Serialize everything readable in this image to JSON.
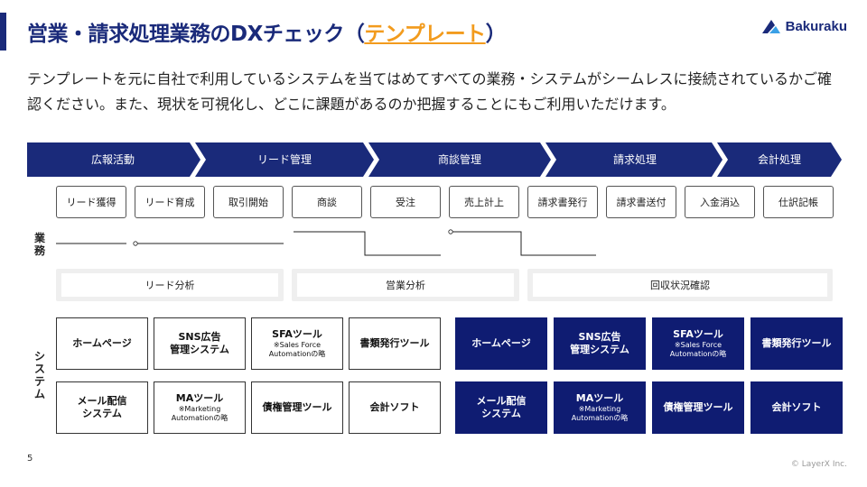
{
  "header": {
    "title_main": "営業・請求処理業務のDXチェック（",
    "title_template": "テンプレート",
    "title_close": "）",
    "logo_text": "Bakuraku",
    "intro": "テンプレートを元に自社で利用しているシステムを当てはめてすべての業務・システムがシームレスに接続されているかご確認ください。また、現状を可視化し、どこに課題があるのか把握することにもご利用いただけます。"
  },
  "stages": [
    "広報活動",
    "リード管理",
    "商談管理",
    "請求処理",
    "会計処理"
  ],
  "row_labels": {
    "business": "業務",
    "system": "システム"
  },
  "tasks": [
    "リード獲得",
    "リード育成",
    "取引開始",
    "商談",
    "受注",
    "売上計上",
    "請求書発行",
    "請求書送付",
    "入金消込",
    "仕訳記帳"
  ],
  "analyses": [
    "リード分析",
    "営業分析",
    "回収状況確認"
  ],
  "systems_white": [
    {
      "main": "ホームページ",
      "sub": ""
    },
    {
      "main": "SNS広告\n管理システム",
      "sub": ""
    },
    {
      "main": "SFAツール",
      "sub": "※Sales Force\nAutomationの略"
    },
    {
      "main": "書類発行ツール",
      "sub": ""
    },
    {
      "main": "メール配信\nシステム",
      "sub": ""
    },
    {
      "main": "MAツール",
      "sub": "※Marketing\nAutomationの略"
    },
    {
      "main": "債権管理ツール",
      "sub": ""
    },
    {
      "main": "会計ソフト",
      "sub": ""
    }
  ],
  "systems_dark": [
    {
      "main": "ホームページ",
      "sub": ""
    },
    {
      "main": "SNS広告\n管理システム",
      "sub": ""
    },
    {
      "main": "SFAツール",
      "sub": "※Sales Force\nAutomationの略"
    },
    {
      "main": "書類発行ツール",
      "sub": ""
    },
    {
      "main": "メール配信\nシステム",
      "sub": ""
    },
    {
      "main": "MAツール",
      "sub": "※Marketing\nAutomationの略"
    },
    {
      "main": "債権管理ツール",
      "sub": ""
    },
    {
      "main": "会計ソフト",
      "sub": ""
    }
  ],
  "footer": {
    "page_number": "5",
    "copyright": "© LayerX Inc."
  },
  "colors": {
    "navy": "#1a2a7a",
    "dark_box": "#0f1c72",
    "accent": "#f29b1d",
    "analysis_bg": "#efefef"
  }
}
